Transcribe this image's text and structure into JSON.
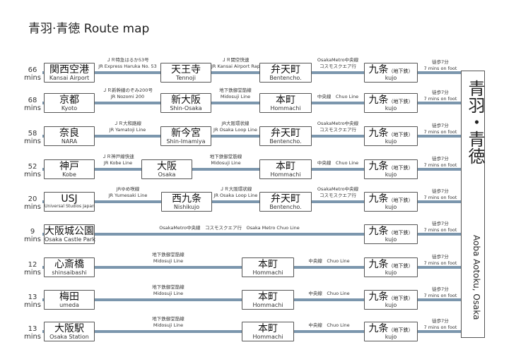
{
  "title": "青羽·青徳 Route map",
  "destination": {
    "jp": "青羽・青徳",
    "en": "Aoba Aotoku, Osaka"
  },
  "walk": [
    "徒歩7分",
    "7 mins on foot"
  ],
  "kujo": {
    "jp": "九条",
    "sub": "（地下鉄）",
    "en": "kujo"
  },
  "routes": [
    {
      "mins": [
        "66",
        "mins"
      ],
      "origin": {
        "jp": "関西空港",
        "en": "Kansai Airport"
      },
      "seg1": [
        "ＪＲ特急はるか53号",
        "JR Express Haruka No. 53"
      ],
      "via1": {
        "jp": "天王寺",
        "en": "Tennoji"
      },
      "seg2": [
        "ＪＲ関空快速",
        "JR Kansai Airport Rapid"
      ],
      "via2": {
        "jp": "弁天町",
        "en": "Bentencho."
      },
      "seg3": [
        "OsakaMetro中央線",
        "コスモスクエア行"
      ]
    },
    {
      "mins": [
        "68",
        "mins"
      ],
      "origin": {
        "jp": "京都",
        "en": "Kyoto"
      },
      "seg1": [
        "ＪＲ新幹線のぞみ200号",
        "JR Nozomi 200"
      ],
      "via1": {
        "jp": "新大阪",
        "en": "Shin-Osaka"
      },
      "seg2": [
        "地下鉄御堂筋線",
        "Midosuji Line"
      ],
      "via2": {
        "jp": "本町",
        "en": "Hommachi"
      },
      "seg3": [
        "中央線　Chuo Line"
      ]
    },
    {
      "mins": [
        "58",
        "mins"
      ],
      "origin": {
        "jp": "奈良",
        "en": "NARA"
      },
      "seg1": [
        "ＪＲ大和路線",
        "JR Yamatoji Line"
      ],
      "via1": {
        "jp": "新今宮",
        "en": "Shin-Imamiya"
      },
      "seg2": [
        "JR大阪環状線",
        "JR Osaka Loop Line"
      ],
      "via2": {
        "jp": "弁天町",
        "en": "Bentencho."
      },
      "seg3": [
        "OsakaMetro中央線",
        "コスモスクエア行"
      ]
    },
    {
      "mins": [
        "52",
        "mins"
      ],
      "origin": {
        "jp": "神戸",
        "en": "Kobe"
      },
      "seg1": [
        "ＪＲ神戸線快速",
        "JR Kobe Line"
      ],
      "via1": {
        "jp": "大阪",
        "en": "Osaka"
      },
      "seg2": [
        "地下鉄御堂筋線",
        "Midosuji Line"
      ],
      "via2": {
        "jp": "本町",
        "en": "Hommachi"
      },
      "seg3": [
        "中央線　Chuo Line"
      ]
    },
    {
      "mins": [
        "20",
        "mins"
      ],
      "origin": {
        "jp": "USJ",
        "en": "Universal Studios Japan"
      },
      "seg1": [
        "JRゆめ咲線",
        "JR Yumesaki Line"
      ],
      "via1": {
        "jp": "西九条",
        "en": "Nishikujo"
      },
      "seg2": [
        "ＪＲ大阪環状線",
        "JR Osaka Loop Line"
      ],
      "via2": {
        "jp": "弁天町",
        "en": "Bentencho."
      },
      "seg3": [
        "OsakaMetro中央線",
        "コスモスクエア行"
      ]
    },
    {
      "mins": [
        "9",
        "mins"
      ],
      "origin": {
        "jp": "大阪城公園",
        "en": "Osaka Castle Park"
      },
      "seg1": [
        "OsakaMetro中央線　コスモスクエア行　Osaka Metro Chuo Line"
      ]
    },
    {
      "mins": [
        "12",
        "mins"
      ],
      "origin": {
        "jp": "心斎橋",
        "en": "shinsaibashi"
      },
      "seg1": [
        "地下鉄御堂筋線",
        "Midosuji Line"
      ],
      "via2": {
        "jp": "本町",
        "en": "Hommachi"
      },
      "seg3": [
        "中央線　Chuo Line"
      ]
    },
    {
      "mins": [
        "13",
        "mins"
      ],
      "origin": {
        "jp": "梅田",
        "en": "umeda"
      },
      "seg1": [
        "地下鉄御堂筋線",
        "Midosuji Line"
      ],
      "via2": {
        "jp": "本町",
        "en": "Hommachi"
      },
      "seg3": [
        "中央線　Chuo Line"
      ]
    },
    {
      "mins": [
        "13",
        "mins"
      ],
      "origin": {
        "jp": "大阪駅",
        "en": "Osaka Station"
      },
      "seg1": [
        "地下鉄御堂筋線",
        "Midosuji Line"
      ],
      "via2": {
        "jp": "本町",
        "en": "Hommachi"
      },
      "seg3": [
        "中央線　Chuo Line"
      ]
    }
  ]
}
